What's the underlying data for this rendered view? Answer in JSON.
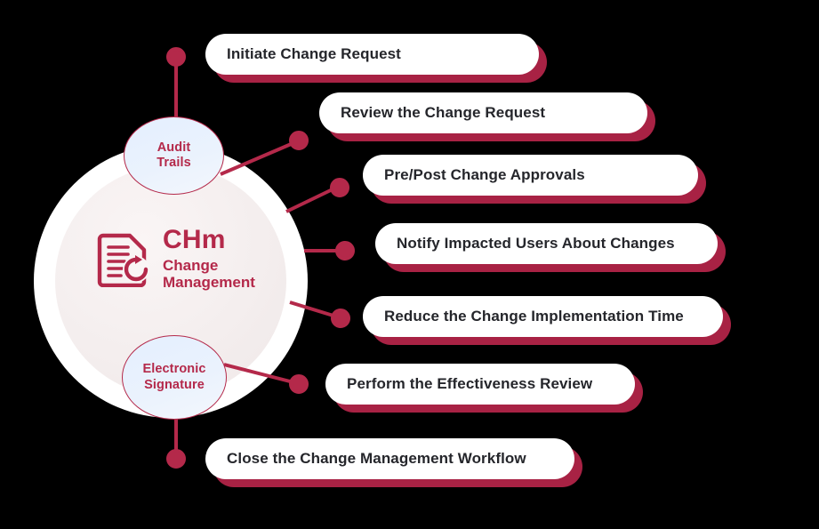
{
  "diagram": {
    "title": "CHm Change Management workflow",
    "colors": {
      "accent": "#b4294a",
      "shadow": "#a82244",
      "satellite_fill": "#e4efff",
      "hub_inner": "#f4eeee",
      "pill_text": "#25262b"
    },
    "center": {
      "logo_icon": "document-refresh-icon",
      "title": "CHm",
      "subtitle_line1": "Change",
      "subtitle_line2": "Management"
    },
    "satellites": [
      {
        "id": "audit-trails",
        "line1": "Audit",
        "line2": "Trails"
      },
      {
        "id": "electronic-signature",
        "line1": "Electronic",
        "line2": "Signature"
      }
    ],
    "steps": [
      {
        "label": "Initiate Change Request"
      },
      {
        "label": "Review the Change Request"
      },
      {
        "label": "Pre/Post Change Approvals"
      },
      {
        "label": "Notify Impacted Users About Changes"
      },
      {
        "label": "Reduce the Change Implementation Time"
      },
      {
        "label": "Perform the Effectiveness Review"
      },
      {
        "label": "Close the Change Management Workflow"
      }
    ]
  }
}
